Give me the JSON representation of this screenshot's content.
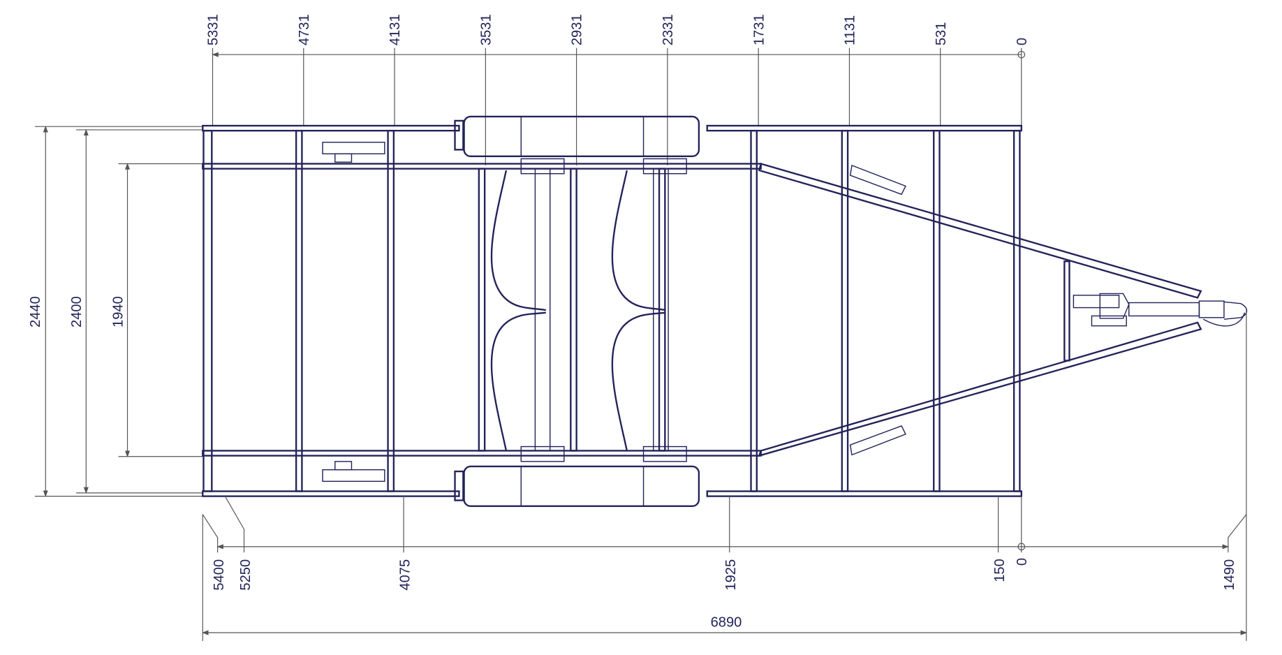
{
  "drawing": {
    "title": "Trailer chassis top view",
    "line_color": "#23235a",
    "dimension_color": "#555555",
    "top_dimensions": [
      "5331",
      "4731",
      "4131",
      "3531",
      "2931",
      "2331",
      "1731",
      "1131",
      "531",
      "0"
    ],
    "bottom_dimensions": [
      "5400",
      "5250",
      "4075",
      "1925",
      "150",
      "0",
      "1490"
    ],
    "width_dimensions": [
      "2440",
      "2400",
      "1940"
    ],
    "overall_length": "6890"
  }
}
